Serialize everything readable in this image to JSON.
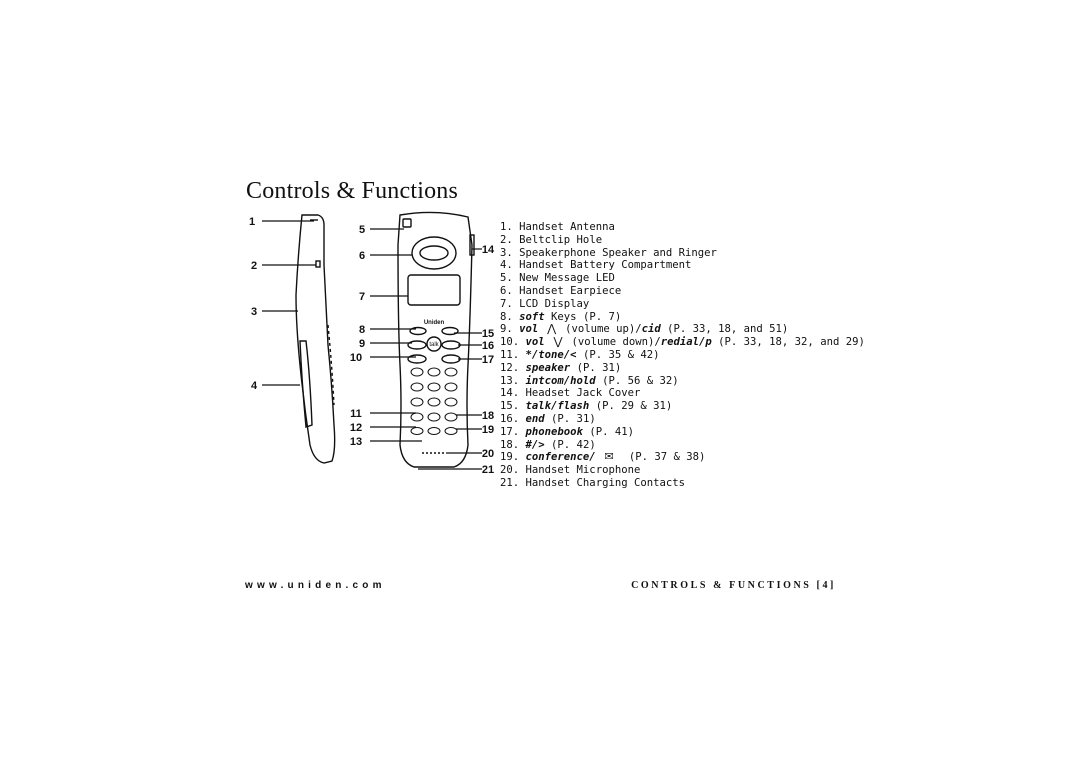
{
  "page": {
    "title": "Controls & Functions",
    "brand_on_handset": "Uniden",
    "talk_key": "talk",
    "footer_left": "www.uniden.com",
    "footer_right": "CONTROLS & FUNCTIONS [4]"
  },
  "callouts": [
    "1",
    "2",
    "3",
    "4",
    "5",
    "6",
    "7",
    "8",
    "9",
    "10",
    "11",
    "12",
    "13",
    "14",
    "15",
    "16",
    "17",
    "18",
    "19",
    "20",
    "21"
  ],
  "legend": [
    {
      "num": "1.",
      "parts": [
        {
          "t": "Handset Antenna"
        }
      ]
    },
    {
      "num": "2.",
      "parts": [
        {
          "t": "Beltclip Hole"
        }
      ]
    },
    {
      "num": "3.",
      "parts": [
        {
          "t": "Speakerphone Speaker and Ringer"
        }
      ]
    },
    {
      "num": "4.",
      "parts": [
        {
          "t": "Handset Battery Compartment"
        }
      ]
    },
    {
      "num": "5.",
      "parts": [
        {
          "t": "New Message LED"
        }
      ]
    },
    {
      "num": "6.",
      "parts": [
        {
          "t": "Handset Earpiece"
        }
      ]
    },
    {
      "num": "7.",
      "parts": [
        {
          "t": "LCD Display"
        }
      ]
    },
    {
      "num": "8.",
      "parts": [
        {
          "t": "soft",
          "kw": true
        },
        {
          "t": " Keys (P. 7)"
        }
      ]
    },
    {
      "num": "9.",
      "parts": [
        {
          "t": "vol",
          "kw": true
        },
        {
          "t": " "
        },
        {
          "icon": "up-arrow-icon",
          "g": "⋀"
        },
        {
          "t": " (volume up)/"
        },
        {
          "t": "cid",
          "kw": true
        },
        {
          "t": " (P. 33, 18, and 51)"
        }
      ]
    },
    {
      "num": "10.",
      "parts": [
        {
          "t": "vol",
          "kw": true
        },
        {
          "t": " "
        },
        {
          "icon": "down-arrow-icon",
          "g": "⋁"
        },
        {
          "t": " (volume down)/"
        },
        {
          "t": "redial/p",
          "kw": true
        },
        {
          "t": " (P. 33, 18, 32, and 29)"
        }
      ]
    },
    {
      "num": "11.",
      "parts": [
        {
          "t": "*/tone/<",
          "kw": true
        },
        {
          "t": " (P. 35 & 42)"
        }
      ]
    },
    {
      "num": "12.",
      "parts": [
        {
          "t": "speaker",
          "kw": true
        },
        {
          "t": " (P. 31)"
        }
      ]
    },
    {
      "num": "13.",
      "parts": [
        {
          "t": "intcom/hold",
          "kw": true
        },
        {
          "t": " (P. 56 & 32)"
        }
      ]
    },
    {
      "num": "14.",
      "parts": [
        {
          "t": "Headset Jack Cover"
        }
      ]
    },
    {
      "num": "15.",
      "parts": [
        {
          "t": "talk/flash",
          "kw": true
        },
        {
          "t": " (P. 29 & 31)"
        }
      ]
    },
    {
      "num": "16.",
      "parts": [
        {
          "t": "end",
          "kw": true
        },
        {
          "t": " (P. 31)"
        }
      ]
    },
    {
      "num": "17.",
      "parts": [
        {
          "t": "phonebook",
          "kw": true
        },
        {
          "t": " (P. 41)"
        }
      ]
    },
    {
      "num": "18.",
      "parts": [
        {
          "t": "#/>",
          "kw": true
        },
        {
          "t": " (P. 42)"
        }
      ]
    },
    {
      "num": "19.",
      "parts": [
        {
          "t": "conference/",
          "kw": true
        },
        {
          "t": " "
        },
        {
          "icon": "envelope-icon",
          "g": "✉"
        },
        {
          "t": "  (P. 37 & 38)"
        }
      ]
    },
    {
      "num": "20.",
      "parts": [
        {
          "t": "Handset Microphone"
        }
      ]
    },
    {
      "num": "21.",
      "parts": [
        {
          "t": "Handset Charging Contacts"
        }
      ]
    }
  ]
}
